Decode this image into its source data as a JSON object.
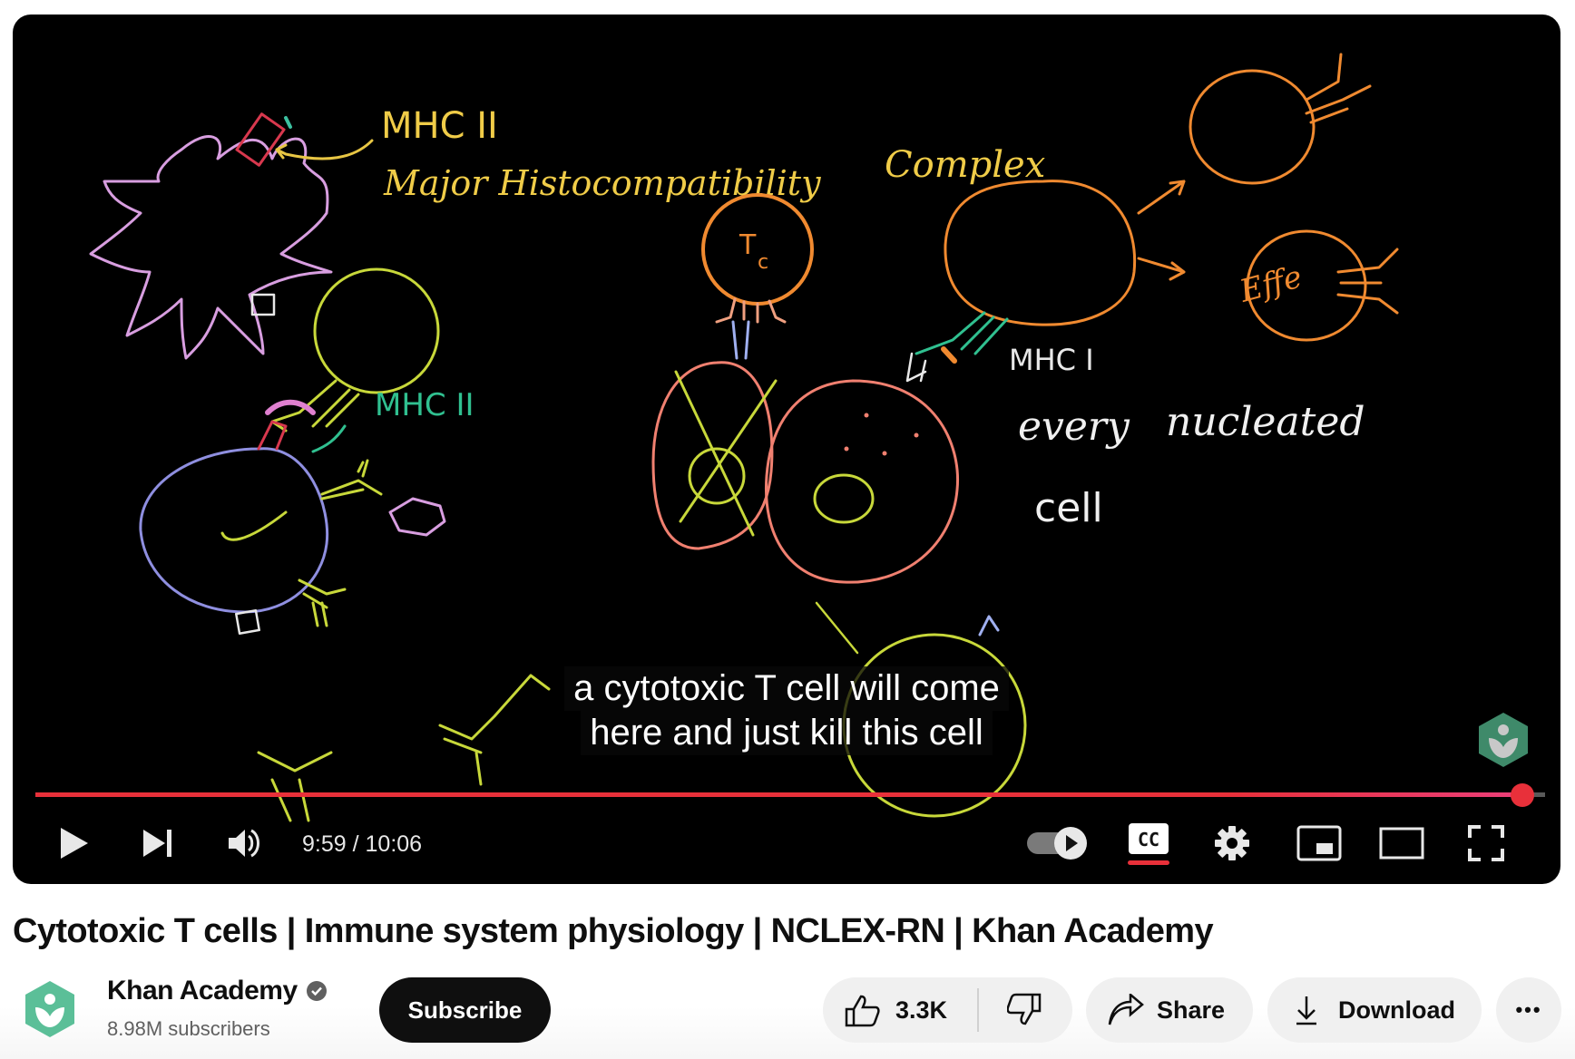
{
  "video": {
    "caption_lines": [
      "a cytotoxic T cell will come",
      "here and just kill this cell"
    ],
    "drawing_labels": {
      "mhc2_top": "MHC II",
      "major_histo": "Major Histocompatibility Complex",
      "tc": "Tc",
      "mhc2_green": "MHC II",
      "mhc1": "MHC I",
      "every_nucleated": "every nucleated",
      "cell": "cell",
      "effector": "Effe"
    },
    "watermark": "Khan Academy logo",
    "progress_percent": 98.8,
    "current_time": "9:59",
    "duration": "10:06",
    "time_display": "9:59 / 10:06",
    "progress_color": "#e8303a",
    "controls": {
      "play": "play-icon",
      "next": "next-icon",
      "volume": "volume-icon",
      "autoplay": "autoplay-toggle",
      "cc": "CC",
      "settings": "gear-icon",
      "miniplayer": "miniplayer-icon",
      "theater": "theater-icon",
      "fullscreen": "fullscreen-icon"
    }
  },
  "title": "Cytotoxic T cells | Immune system physiology | NCLEX-RN | Khan Academy",
  "channel": {
    "name": "Khan Academy",
    "verified": true,
    "subscribers": "8.98M subscribers",
    "logo_color": "#5bbf98"
  },
  "actions": {
    "subscribe": "Subscribe",
    "likes": "3.3K",
    "share": "Share",
    "download": "Download",
    "more": "•••"
  }
}
